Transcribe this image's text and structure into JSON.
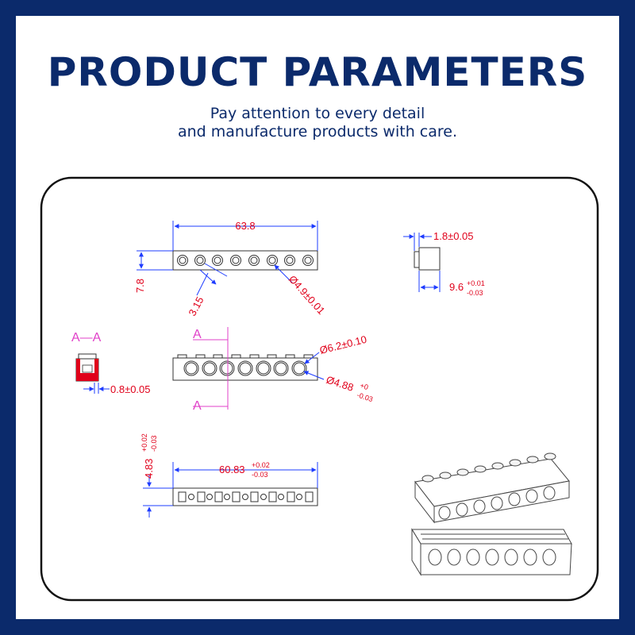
{
  "header": {
    "title": "PRODUCT PARAMETERS",
    "subtitle_line1": "Pay attention to every detail",
    "subtitle_line2": "and manufacture products with care."
  },
  "dimensions": {
    "overall_length": "63.8",
    "height": "7.8",
    "pitch": "3.15",
    "hole_dia": "Ø4.9±0.01",
    "side_thickness": "1.8±0.05",
    "side_width": "9.6",
    "side_width_tol_plus": "+0.01",
    "side_width_tol_minus": "-0.03",
    "section_label": "A—A",
    "section_wall": "0.8±0.05",
    "outer_hole": "Ø6.2±0.10",
    "inner_hole": "Ø4.88",
    "inner_hole_tol_plus": "+0",
    "inner_hole_tol_minus": "-0.03",
    "cut_marker_top": "A",
    "cut_marker_bottom": "A",
    "bottom_height": "4.83",
    "bottom_height_tol_plus": "+0.02",
    "bottom_height_tol_minus": "-0.03",
    "bottom_length": "60.83",
    "bottom_length_tol_plus": "+0.02",
    "bottom_length_tol_minus": "-0.03"
  },
  "colors": {
    "brand": "#0b2a6b",
    "dimension": "#e0001a",
    "dimension_line": "#1e3cff",
    "section": "#e040c8"
  }
}
